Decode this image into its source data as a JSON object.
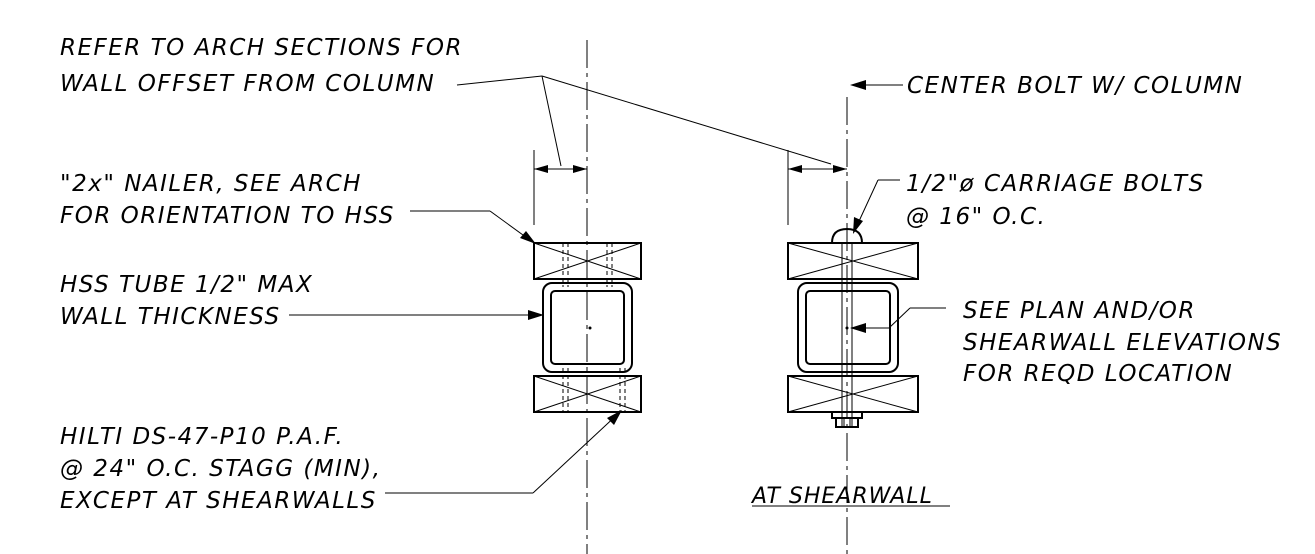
{
  "drawing": {
    "notes": {
      "arch_sections": [
        "REFER TO ARCH SECTIONS FOR",
        "WALL OFFSET FROM COLUMN"
      ],
      "center_bolt": "CENTER BOLT W/ COLUMN",
      "nailer": [
        "\"2x\" NAILER, SEE ARCH",
        "FOR ORIENTATION TO HSS"
      ],
      "carriage_bolts": [
        "1/2\"ø CARRIAGE BOLTS",
        "@ 16\" O.C."
      ],
      "hss_tube": [
        "HSS TUBE 1/2\" MAX",
        "WALL THICKNESS"
      ],
      "see_plan": [
        "SEE PLAN AND/OR",
        "SHEARWALL ELEVATIONS",
        "FOR REQD LOCATION"
      ],
      "hilti": [
        "HILTI DS-47-P10 P.A.F.",
        "@ 24\" O.C. STAGG (MIN),",
        "EXCEPT AT SHEARWALLS"
      ]
    },
    "detail_title": "AT SHEARWALL"
  }
}
